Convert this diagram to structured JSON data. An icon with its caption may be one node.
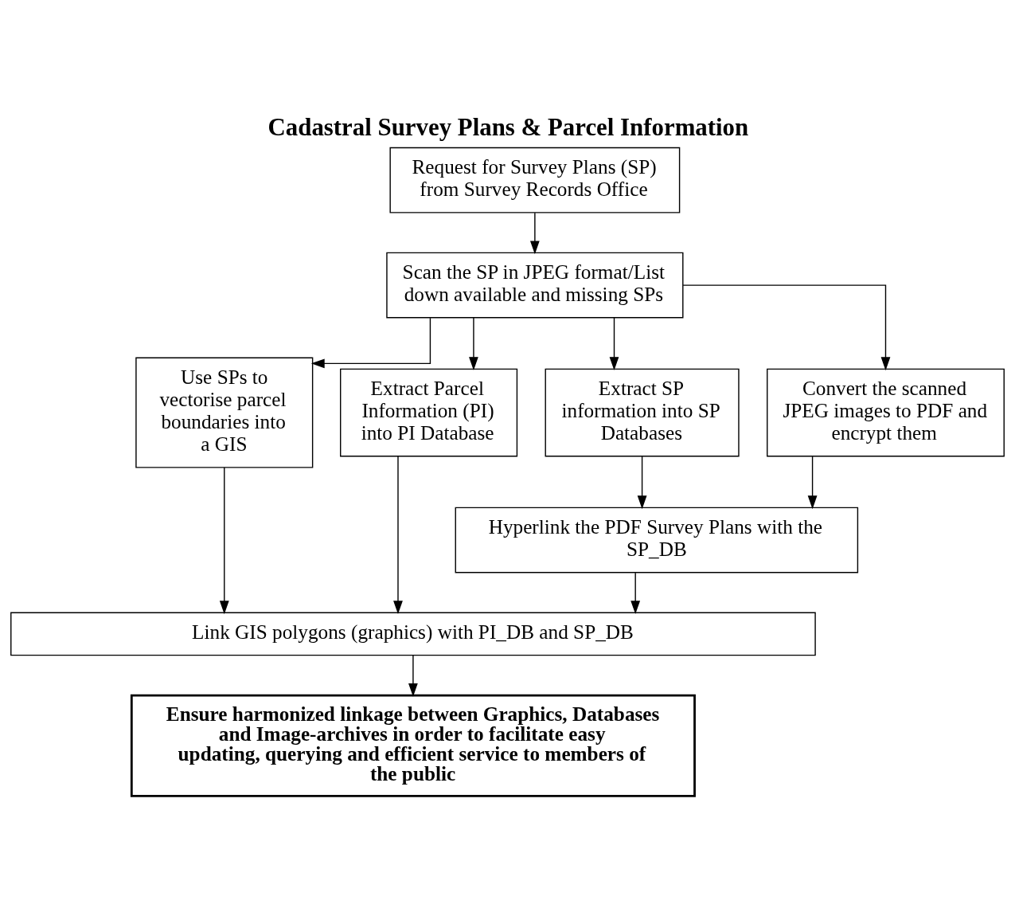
{
  "diagram": {
    "title": "Cadastral Survey Plans & Parcel Information",
    "nodes": [
      {
        "text": [
          "Request for Survey Plans (SP) from Survey Records Office"
        ]
      },
      {
        "text": [
          "Scan the SP in JPEG format/List down available and missing SPs"
        ]
      },
      {
        "text": [
          "Use SPs to vectorise parcel boundaries into a GIS"
        ]
      },
      {
        "text": [
          "Extract Parcel Information (PI) into PI Database"
        ]
      },
      {
        "text": [
          "Extract SP information into SP Databases"
        ]
      },
      {
        "text": [
          "Convert the scanned JPEG images to PDF and encrypt them"
        ]
      },
      {
        "text": [
          "Hyperlink the PDF Survey Plans with the SP_DB"
        ]
      },
      {
        "text": [
          "Link GIS polygons (graphics) with PI_DB and SP_DB"
        ]
      },
      {
        "text": [
          "Ensure harmonized linkage between Graphics, Databases and Image-archives in order to facilitate easy updating, querying and efficient service to members of the public"
        ]
      }
    ],
    "edges": [
      {
        "from": 0,
        "to": 1,
        "arrow": "to"
      },
      {
        "from": 1,
        "to": 2,
        "arrow": "to"
      },
      {
        "from": 1,
        "to": 3,
        "arrow": "to"
      },
      {
        "from": 1,
        "to": 4,
        "arrow": "to"
      },
      {
        "from": 1,
        "to": 5,
        "arrow": "to"
      },
      {
        "from": 4,
        "to": 6,
        "arrow": "to"
      },
      {
        "from": 5,
        "to": 6,
        "arrow": "to"
      },
      {
        "from": 2,
        "to": 7,
        "arrow": "to"
      },
      {
        "from": 3,
        "to": 7,
        "arrow": "to"
      },
      {
        "from": 6,
        "to": 7,
        "arrow": "to"
      },
      {
        "from": 7,
        "to": 8,
        "arrow": "to"
      }
    ]
  }
}
